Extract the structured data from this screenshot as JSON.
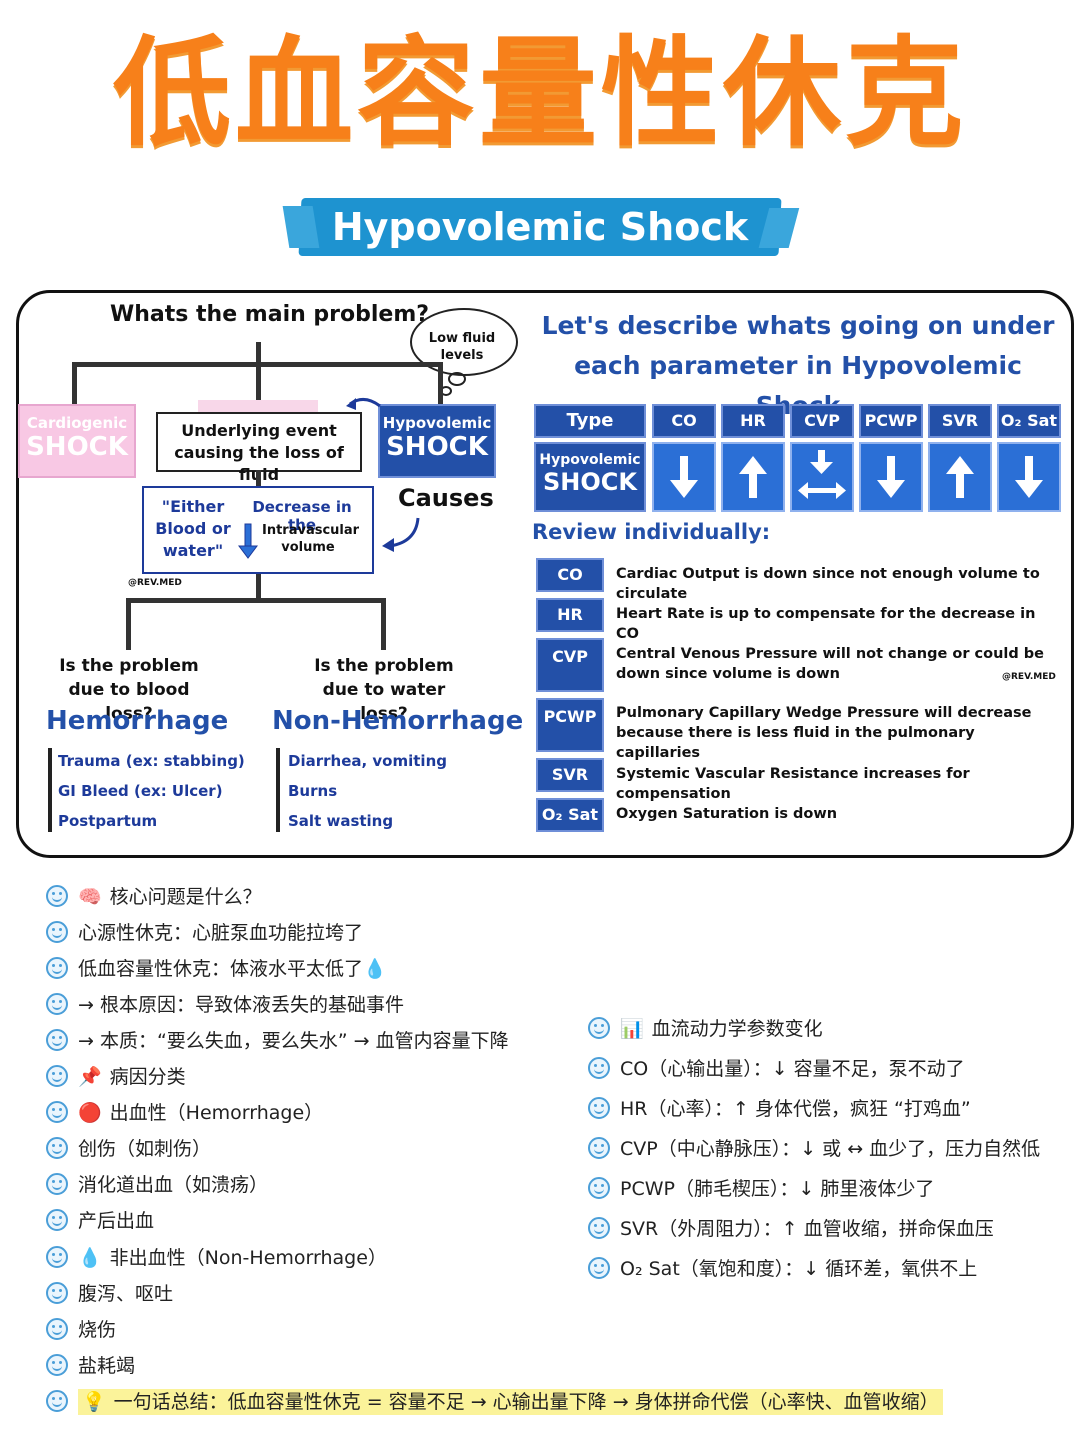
{
  "title": "低血容量性休克",
  "subtitle": "Hypovolemic Shock",
  "flow": {
    "question": "Whats the main problem?",
    "thought": "Low fluid levels",
    "cardiogenic_top": "Cardiogenic",
    "cardiogenic_bottom": "SHOCK",
    "underlying": "Underlying event causing the loss of fluid",
    "hypo_top": "Hypovolemic",
    "hypo_bottom": "SHOCK",
    "causes": "Causes",
    "either": "\"Either Blood or water\"",
    "decrease": "Decrease in the",
    "intravascular": "Intravascular volume",
    "watermark": "@REV.MED",
    "q_blood": "Is the problem due to blood loss?",
    "q_water": "Is the problem due to water loss?",
    "hemorrhage": "Hemorrhage",
    "non_hemorrhage": "Non-Hemorrhage",
    "hem_items": [
      "Trauma (ex: stabbing)",
      "GI Bleed (ex: Ulcer)",
      "Postpartum"
    ],
    "non_hem_items": [
      "Diarrhea, vomiting",
      "Burns",
      "Salt wasting"
    ]
  },
  "table": {
    "heading": "Let's describe whats going on under each parameter in Hypovolemic Shock",
    "headers": [
      "Type",
      "CO",
      "HR",
      "CVP",
      "PCWP",
      "SVR",
      "O₂ Sat"
    ],
    "type_top": "Hypovolemic",
    "type_bottom": "SHOCK",
    "arrows": [
      "down",
      "up",
      "down-or-neutral",
      "down",
      "up",
      "down"
    ],
    "review": "Review individually:",
    "params": [
      {
        "label": "CO",
        "desc": "Cardiac Output is down since not enough volume to circulate"
      },
      {
        "label": "HR",
        "desc": "Heart Rate is up to compensate for the decrease in CO"
      },
      {
        "label": "CVP",
        "desc": "Central Venous Pressure will not change or could be down since volume is down"
      },
      {
        "label": "PCWP",
        "desc": "Pulmonary Capillary Wedge Pressure will decrease because there is less fluid in the pulmonary capillaries"
      },
      {
        "label": "SVR",
        "desc": "Systemic Vascular Resistance increases for compensation"
      },
      {
        "label": "O₂ Sat",
        "desc": "Oxygen Saturation is down"
      }
    ],
    "watermark": "@REV.MED"
  },
  "notes_left": [
    {
      "icon": "brain-icon",
      "glyph": "🧠",
      "text": "核心问题是什么？"
    },
    {
      "icon": "",
      "glyph": "",
      "text": "心源性休克：心脏泵血功能拉垮了"
    },
    {
      "icon": "droplet-icon",
      "glyph": "",
      "text": "低血容量性休克：体液水平太低了💧"
    },
    {
      "icon": "",
      "glyph": "",
      "text": "→ 根本原因：导致体液丢失的基础事件"
    },
    {
      "icon": "",
      "glyph": "",
      "text": "→ 本质：“要么失血，要么失水” → 血管内容量下降"
    },
    {
      "icon": "pushpin-icon",
      "glyph": "📌",
      "text": "病因分类"
    },
    {
      "icon": "red-circle-icon",
      "glyph": "🔴",
      "text": "出血性（Hemorrhage）"
    },
    {
      "icon": "",
      "glyph": "",
      "text": "创伤（如刺伤）"
    },
    {
      "icon": "",
      "glyph": "",
      "text": "消化道出血（如溃疡）"
    },
    {
      "icon": "",
      "glyph": "",
      "text": "产后出血"
    },
    {
      "icon": "droplet-icon",
      "glyph": "💧",
      "text": "非出血性（Non-Hemorrhage）"
    },
    {
      "icon": "",
      "glyph": "",
      "text": "腹泻、呕吐"
    },
    {
      "icon": "",
      "glyph": "",
      "text": "烧伤"
    },
    {
      "icon": "",
      "glyph": "",
      "text": "盐耗竭"
    }
  ],
  "notes_right": [
    {
      "icon": "bar-chart-icon",
      "glyph": "📊",
      "text": "血流动力学参数变化"
    },
    {
      "icon": "",
      "glyph": "",
      "text": "CO（心输出量）：↓ 容量不足，泵不动了"
    },
    {
      "icon": "",
      "glyph": "",
      "text": "HR（心率）：↑ 身体代偿，疯狂 “打鸡血”"
    },
    {
      "icon": "",
      "glyph": "",
      "text": "CVP（中心静脉压）：↓ 或 ↔ 血少了，压力自然低"
    },
    {
      "icon": "",
      "glyph": "",
      "text": "PCWP（肺毛楔压）：↓ 肺里液体少了"
    },
    {
      "icon": "",
      "glyph": "",
      "text": "SVR（外周阻力）：↑ 血管收缩，拼命保血压"
    },
    {
      "icon": "",
      "glyph": "",
      "text": "O₂ Sat（氧饱和度）：↓ 循环差，氧供不上"
    }
  ],
  "summary": {
    "glyph": "💡",
    "text": "一句话总结：低血容量性休克 = 容量不足 → 心输出量下降 → 身体拼命代偿（心率快、血管收缩）"
  },
  "colors": {
    "title": "#f7801a",
    "banner": "#1e93d0",
    "navy": "#1d3a9a",
    "cell": "#2350a8",
    "highlight": "#fbf39a"
  }
}
